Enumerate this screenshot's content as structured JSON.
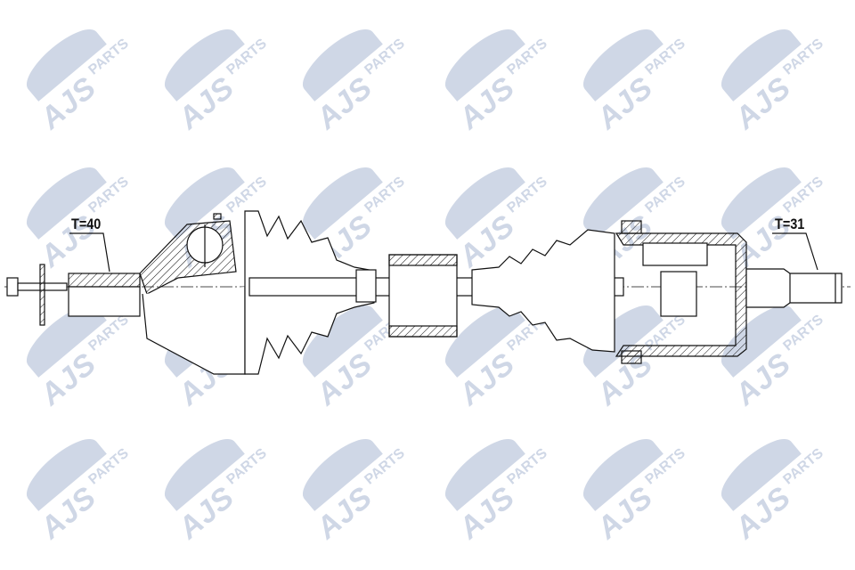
{
  "watermark": {
    "text_main": "AJS",
    "text_sub": "PARTS",
    "color": "#cfd7e6"
  },
  "labels": {
    "left_teeth": "T=40",
    "right_teeth": "T=31"
  },
  "line_color": "#111111"
}
